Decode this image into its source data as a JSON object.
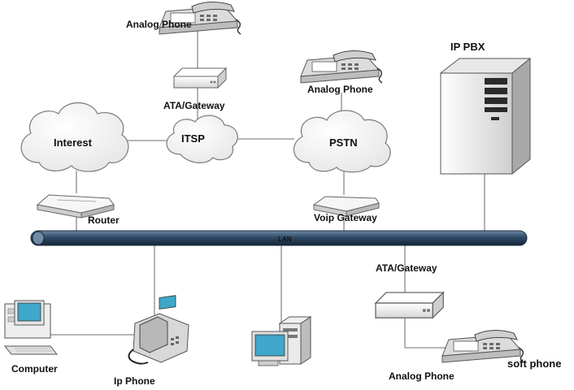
{
  "labels": {
    "analog_phone_top": "Analog Phone",
    "ata_gateway_top": "ATA/Gateway",
    "analog_phone_mid": "Analog Phone",
    "ip_pbx": "IP PBX",
    "interest": "Interest",
    "itsp": "ITSP",
    "pstn": "PSTN",
    "router": "Router",
    "voip_gateway": "Voip Gateway",
    "lan": "LAN",
    "ata_gateway_bottom": "ATA/Gateway",
    "computer": "Computer",
    "ip_phone": "Ip Phone",
    "analog_phone_bottom": "Analog Phone",
    "soft_phone": "soft phone"
  },
  "colors": {
    "lan_bus": "#2e4a66",
    "lines": "#8a8a8a",
    "cloud_fill": "#f4f4f4",
    "cloud_stroke": "#7a7a7a",
    "device_body": "#f2f2f2",
    "screen": "#3fa7c9"
  },
  "icons": {
    "phone": "analog-phone-icon",
    "gateway": "ata-gateway-icon",
    "server": "ip-pbx-server-icon",
    "cloud": "cloud-icon",
    "router": "router-icon",
    "computer": "computer-icon",
    "ip_phone": "ip-phone-icon"
  }
}
